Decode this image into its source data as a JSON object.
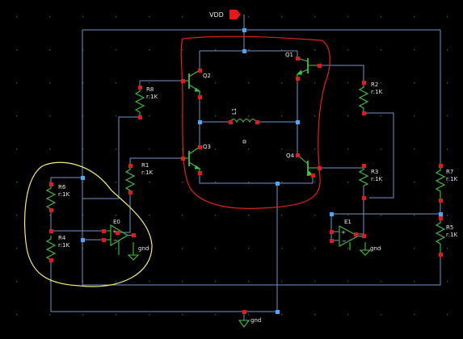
{
  "supply": {
    "vdd_label": "VDD",
    "gnd_label": "gnd"
  },
  "transistors": [
    {
      "id": "q2",
      "label": "Q2"
    },
    {
      "id": "q1",
      "label": "Q1"
    },
    {
      "id": "q3",
      "label": "Q3"
    },
    {
      "id": "q4",
      "label": "Q4"
    }
  ],
  "inductor": {
    "label": "L1"
  },
  "resistors": [
    {
      "id": "r8",
      "label": "R8",
      "value": "r:1K"
    },
    {
      "id": "r1",
      "label": "R1",
      "value": "r:1K"
    },
    {
      "id": "r2",
      "label": "R2",
      "value": "r:1K"
    },
    {
      "id": "r3",
      "label": "R3",
      "value": "r:1K"
    },
    {
      "id": "r4",
      "label": "R4",
      "value": "r:1K"
    },
    {
      "id": "r5",
      "label": "R5",
      "value": "r:1K"
    },
    {
      "id": "r6",
      "label": "R6",
      "value": "r:1K"
    },
    {
      "id": "r7",
      "label": "R7",
      "value": "r:1K"
    }
  ],
  "opamps": [
    {
      "id": "e0",
      "label": "E0",
      "gnd": "gnd"
    },
    {
      "id": "e1",
      "label": "E1",
      "gnd": "gnd"
    }
  ],
  "colors": {
    "background": "#000000",
    "grid_dot": "#555555",
    "wire": "#6f93c7",
    "pin": "#e01b1b",
    "junction": "#4aa8ff",
    "component": "#41c241",
    "text": "#e8e8e8",
    "highlight_red": "#e4201a",
    "highlight_yellow": "#f2ec7a"
  }
}
